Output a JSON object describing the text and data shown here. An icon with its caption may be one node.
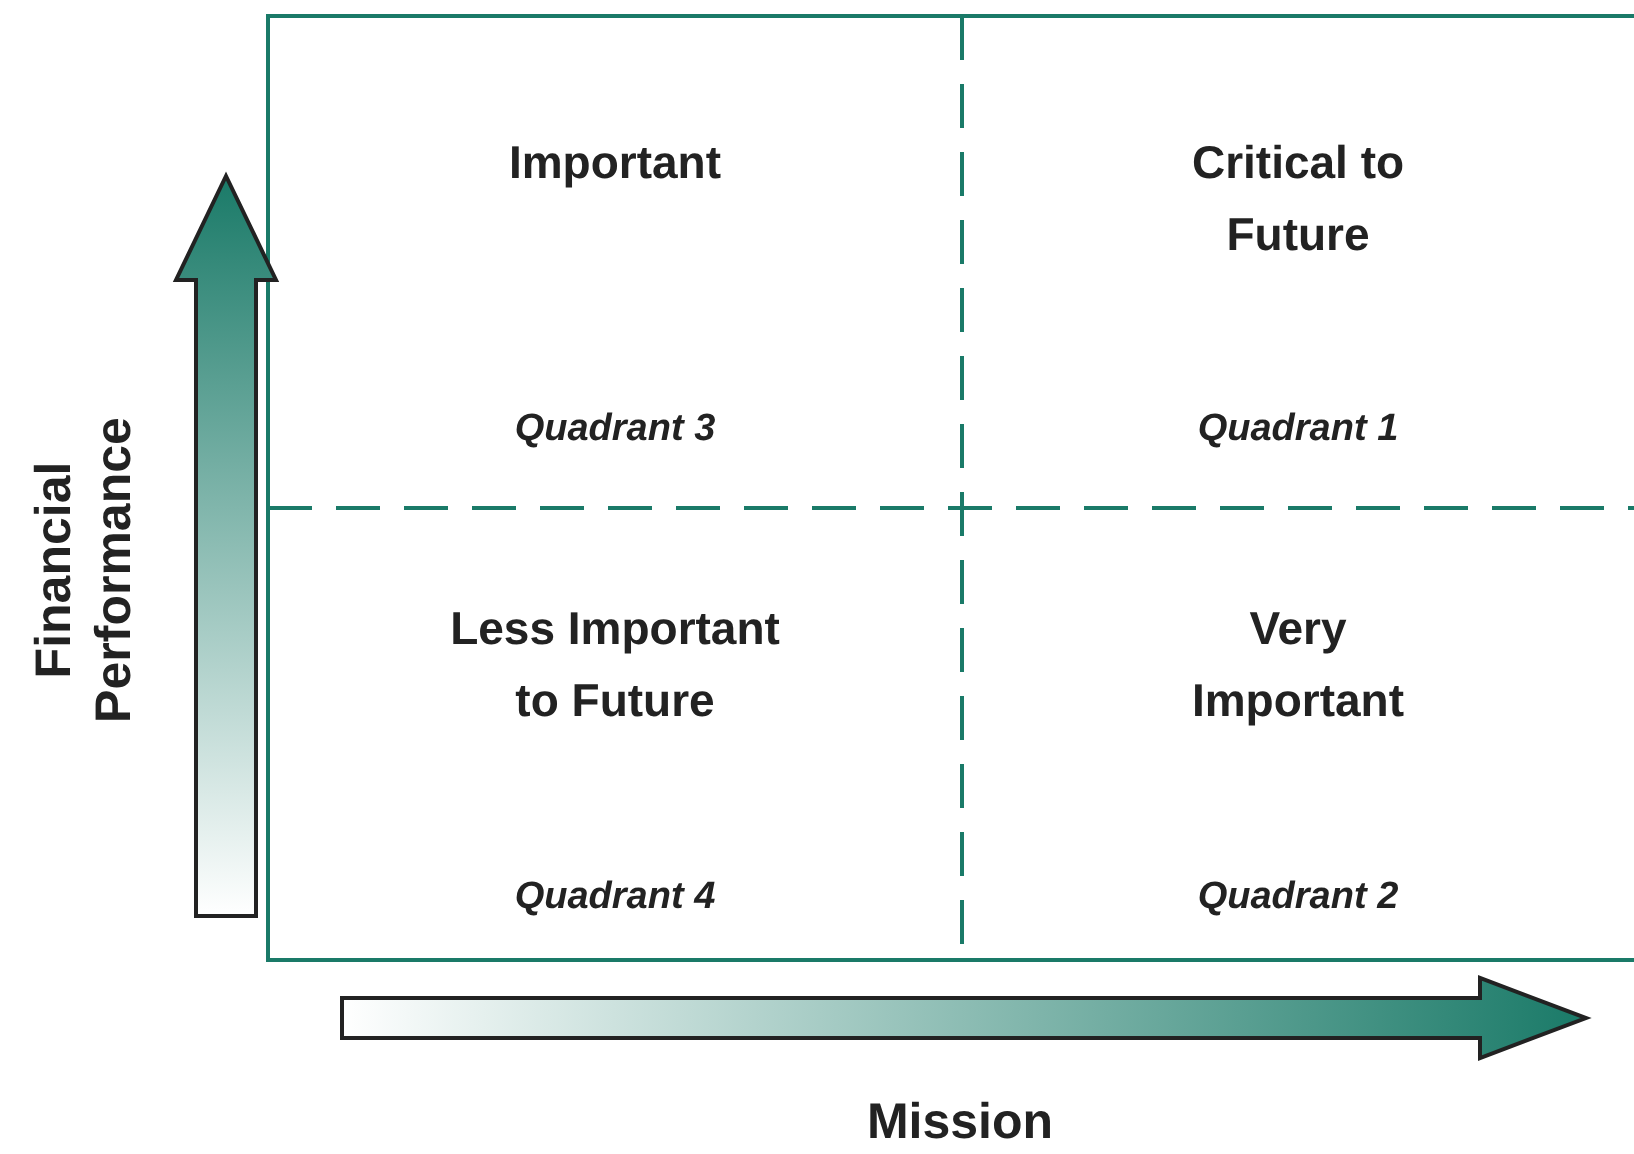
{
  "diagram": {
    "nodes": [
      {
        "text": [
          "Important",
          "Quadrant 3"
        ]
      },
      {
        "text": [
          "Critical to Future",
          "Quadrant 1"
        ]
      },
      {
        "text": [
          "Less Important to Future",
          "Quadrant 4"
        ]
      },
      {
        "text": [
          "Very Important",
          "Quadrant 2"
        ]
      }
    ],
    "labels": [
      "Financial Performance",
      "Mission"
    ]
  }
}
